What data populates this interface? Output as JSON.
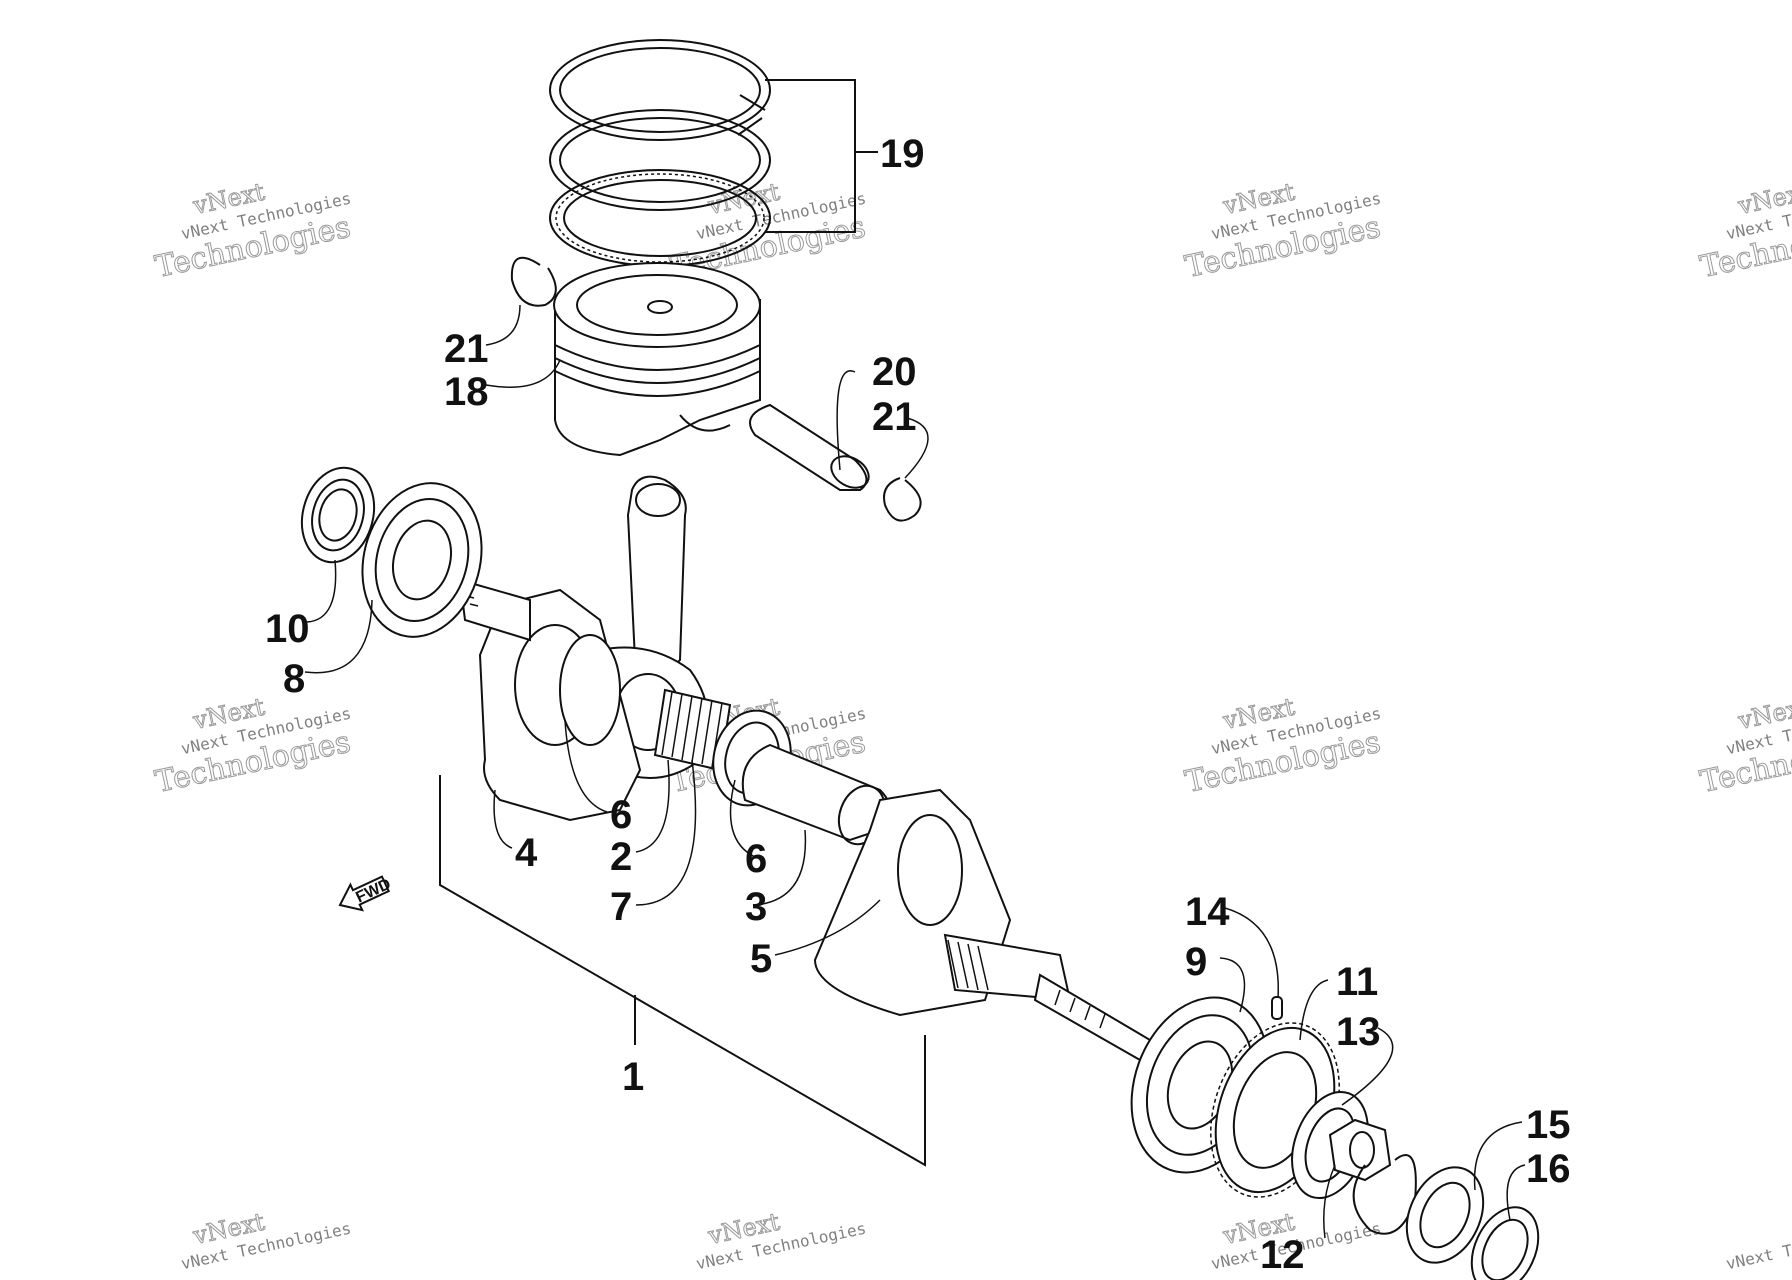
{
  "diagram": {
    "labels": [
      {
        "id": "19",
        "text": "19"
      },
      {
        "id": "21a",
        "text": "21"
      },
      {
        "id": "18",
        "text": "18"
      },
      {
        "id": "20",
        "text": "20"
      },
      {
        "id": "21b",
        "text": "21"
      },
      {
        "id": "10",
        "text": "10"
      },
      {
        "id": "8",
        "text": "8"
      },
      {
        "id": "6a",
        "text": "6"
      },
      {
        "id": "4",
        "text": "4"
      },
      {
        "id": "2",
        "text": "2"
      },
      {
        "id": "6b",
        "text": "6"
      },
      {
        "id": "7",
        "text": "7"
      },
      {
        "id": "3",
        "text": "3"
      },
      {
        "id": "5",
        "text": "5"
      },
      {
        "id": "1",
        "text": "1"
      },
      {
        "id": "14",
        "text": "14"
      },
      {
        "id": "9",
        "text": "9"
      },
      {
        "id": "11",
        "text": "11"
      },
      {
        "id": "13",
        "text": "13"
      },
      {
        "id": "15",
        "text": "15"
      },
      {
        "id": "16",
        "text": "16"
      },
      {
        "id": "12",
        "text": "12"
      }
    ],
    "fwd_arrow_text": "FWD",
    "watermark": {
      "line1": "vNext",
      "line2": "vNext Technologies",
      "line3": "Technologies"
    }
  }
}
